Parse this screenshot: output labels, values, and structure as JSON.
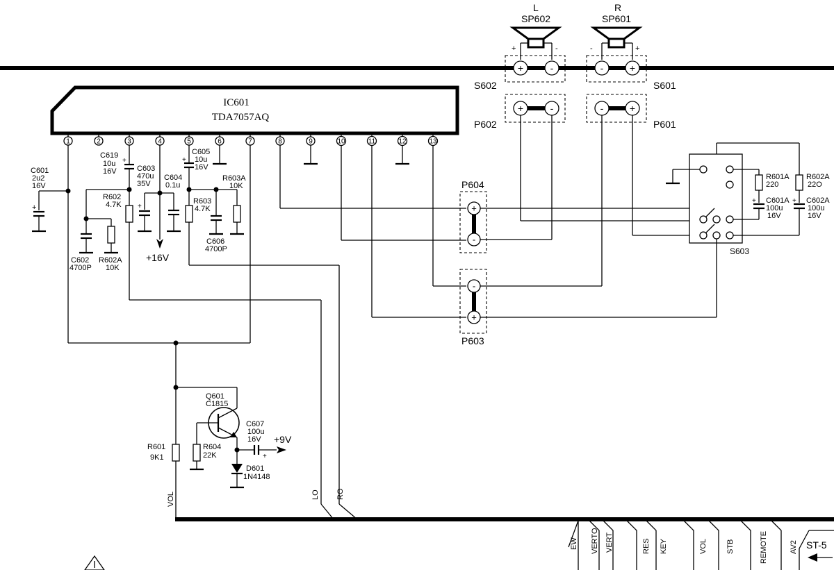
{
  "ic": {
    "ref": "IC601",
    "part": "TDA7057AQ",
    "pins": [
      "1",
      "2",
      "3",
      "4",
      "5",
      "6",
      "7",
      "8",
      "9",
      "10",
      "11",
      "12",
      "13"
    ]
  },
  "speakers": [
    {
      "side": "L",
      "ref": "SP602"
    },
    {
      "side": "R",
      "ref": "SP601"
    }
  ],
  "connectors": {
    "s602": "S602",
    "s601": "S601",
    "p602": "P602",
    "p601": "P601",
    "p604": "P604",
    "p603": "P603",
    "s603": "S603"
  },
  "components": {
    "c601": [
      "C601",
      "2u2",
      "16V"
    ],
    "c619": [
      "C619",
      "10u",
      "16V"
    ],
    "c603": [
      "C603",
      "470u",
      "35V"
    ],
    "c604": [
      "C604",
      "0.1u"
    ],
    "c605": [
      "C605",
      "10u",
      "16V"
    ],
    "r603a": [
      "R603A",
      "10K"
    ],
    "r602": [
      "R602",
      "4.7K"
    ],
    "r603": [
      "R603",
      "4.7K"
    ],
    "c602": [
      "C602",
      "4700P"
    ],
    "r602a": [
      "R602A",
      "10K"
    ],
    "c606": [
      "C606",
      "4700P"
    ],
    "supply16": "+16V",
    "q601": [
      "Q601",
      "C1815"
    ],
    "c607": [
      "C607",
      "100u",
      "16V"
    ],
    "supply9": "+9V",
    "r601": [
      "R601",
      "9K1"
    ],
    "r604": [
      "R604",
      "22K"
    ],
    "d601": [
      "D601",
      "1N4148"
    ],
    "r601a": [
      "R601A",
      "220"
    ],
    "r602a_right": [
      "R602A",
      "22O"
    ],
    "c601a": [
      "C601A",
      "100u",
      "16V"
    ],
    "c602a": [
      "C602A",
      "100u",
      "16V"
    ]
  },
  "polarity": {
    "plus": "+",
    "minus": "-"
  },
  "bus_lines": [
    "VOL",
    "LO",
    "RO"
  ],
  "connector_labels": [
    "EW",
    "VERTO",
    "VERT",
    "RES",
    "KEY",
    "VOL",
    "STB",
    "REMOTE",
    "AV2",
    "ST-5"
  ]
}
